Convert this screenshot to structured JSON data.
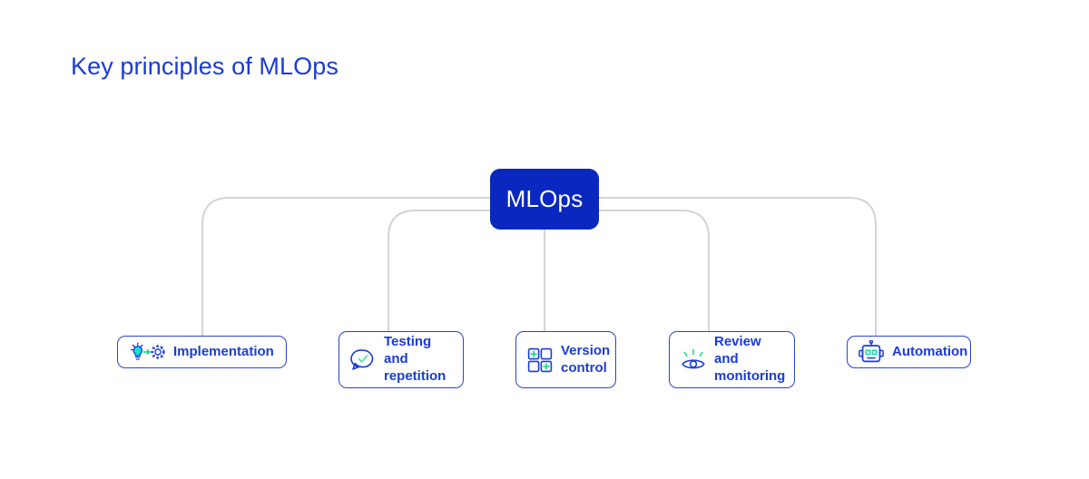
{
  "page": {
    "title": "Key principles of MLOps",
    "background_color": "#ffffff",
    "accent_color": "#1a3cd6",
    "hub_color": "#0a28bf",
    "icon_accent_color": "#16e0a0",
    "connector_color": "#d4d4d4"
  },
  "diagram": {
    "type": "hub-and-spoke",
    "hub": {
      "label": "MLOps"
    },
    "nodes": [
      {
        "id": "implementation",
        "label": "Implementation",
        "icon": "lightbulb-arrow-gear-icon"
      },
      {
        "id": "testing-and-repetition",
        "label": "Testing and\nrepetition",
        "icon": "speech-bubble-check-icon"
      },
      {
        "id": "version-control",
        "label": "Version\ncontrol",
        "icon": "four-squares-plus-icon"
      },
      {
        "id": "review-and-monitoring",
        "label": "Review and\nmonitoring",
        "icon": "eye-rays-icon"
      },
      {
        "id": "automation",
        "label": "Automation",
        "icon": "robot-head-icon"
      }
    ]
  }
}
